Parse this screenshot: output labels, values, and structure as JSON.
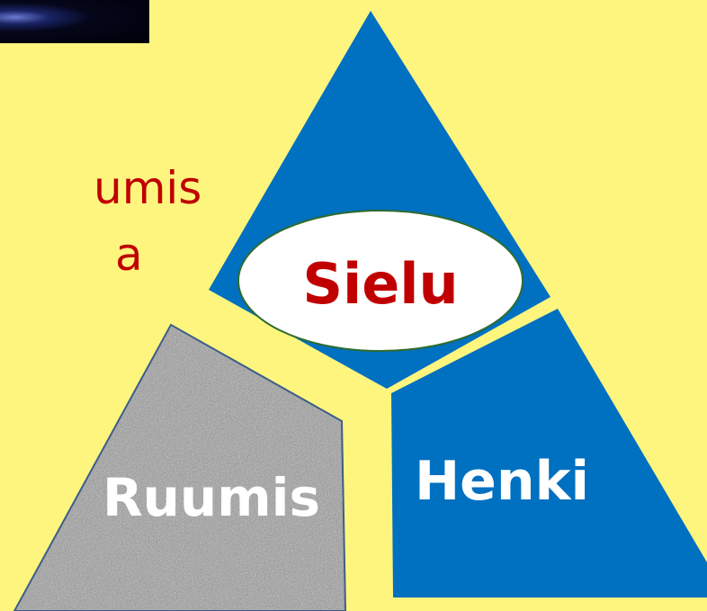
{
  "text_fragments": [
    "umis",
    "a",
    "."
  ],
  "diagram": {
    "labels": {
      "sielu": "Sielu",
      "henki": "Henki",
      "ruumis": "Ruumis"
    },
    "colors": {
      "background": "#fef57f",
      "triangle_fill": "#0070c0",
      "sielu_text": "#c00000",
      "ellipse_fill": "#ffffff",
      "ellipse_stroke": "#2e6b2e",
      "white_text": "#ffffff",
      "ruumis_texture": "#9a9a9a"
    }
  }
}
